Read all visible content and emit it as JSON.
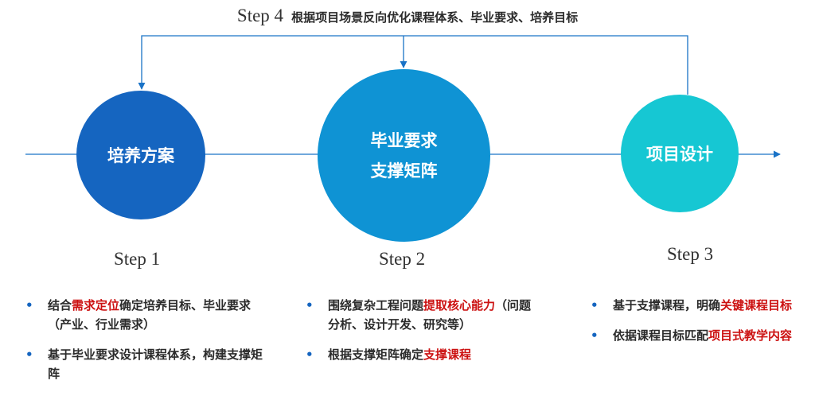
{
  "header": {
    "step_label": "Step 4",
    "text": "根据项目场景反向优化课程体系、毕业要求、培养目标"
  },
  "nodes": [
    {
      "id": "n1",
      "lines": [
        "培养方案"
      ],
      "color": "#1565c0"
    },
    {
      "id": "n2",
      "lines": [
        "毕业要求",
        "支撑矩阵"
      ],
      "color": "#0f93d4"
    },
    {
      "id": "n3",
      "lines": [
        "项目设计"
      ],
      "color": "#16c7d3"
    }
  ],
  "steps": [
    "Step 1",
    "Step 2",
    "Step 3"
  ],
  "bullet_marker": "•",
  "bullets": [
    [
      [
        {
          "t": "结合"
        },
        {
          "t": "需求定位",
          "hl": true
        },
        {
          "t": "确定培养目标、毕业要求（产业、行业需求）"
        }
      ],
      [
        {
          "t": "基于毕业要求设计课程体系，构建支撑矩阵"
        }
      ]
    ],
    [
      [
        {
          "t": "围绕复杂工程问题"
        },
        {
          "t": "提取核心能力",
          "hl": true
        },
        {
          "t": "（问题分析、设计开发、研究等）"
        }
      ],
      [
        {
          "t": "根据支撑矩阵确定"
        },
        {
          "t": "支撑课程",
          "hl": true
        }
      ]
    ],
    [
      [
        {
          "t": "基于支撑课程，明确"
        },
        {
          "t": "关键课程目标",
          "hl": true
        }
      ],
      [
        {
          "t": "依据课程目标匹配"
        },
        {
          "t": "项目式教学内容",
          "hl": true
        }
      ]
    ]
  ],
  "colors": {
    "line": "#1a73c7",
    "highlight": "#cc1111",
    "text": "#2b2b2b"
  }
}
